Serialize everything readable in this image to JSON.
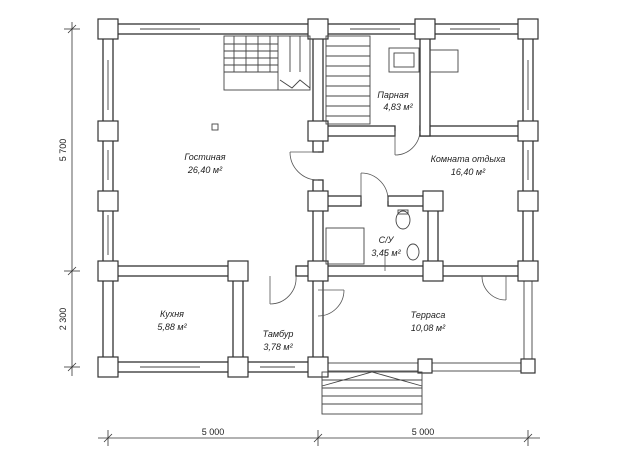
{
  "plan": {
    "rooms": [
      {
        "id": "living",
        "name": "Гостиная",
        "area": "26,40 м²"
      },
      {
        "id": "steam",
        "name": "Парная",
        "area": "4,83 м²"
      },
      {
        "id": "rest",
        "name": "Комната отдыха",
        "area": "16,40 м²"
      },
      {
        "id": "wc",
        "name": "С/У",
        "area": "3,45 м²"
      },
      {
        "id": "kitchen",
        "name": "Кухня",
        "area": "5,88 м²"
      },
      {
        "id": "vestibule",
        "name": "Тамбур",
        "area": "3,78 м²"
      },
      {
        "id": "terrace",
        "name": "Терраса",
        "area": "10,08 м²"
      }
    ],
    "dimensions": {
      "bottom_left": "5 000",
      "bottom_right": "5 000",
      "left_top": "5 700",
      "left_bottom": "2 300"
    }
  }
}
